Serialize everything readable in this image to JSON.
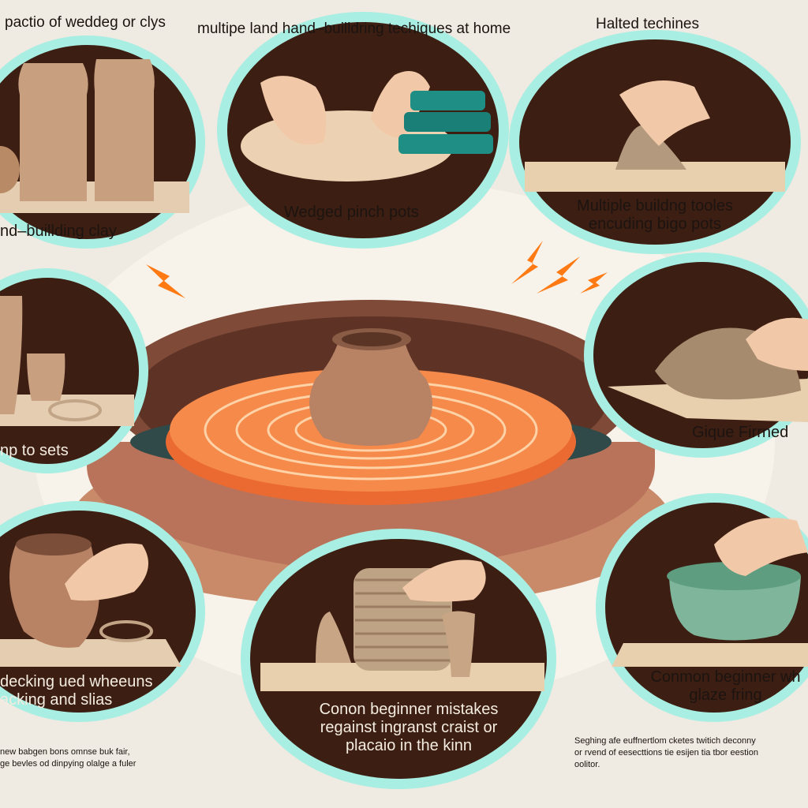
{
  "top_captions": {
    "left": "pactio of weddeg or clys",
    "center": "multipe land hand–builldring techiques at home",
    "right": "Halted techines"
  },
  "panels": {
    "clay_forms": {
      "caption": "nd–buillding clay"
    },
    "pinch_pots": {
      "caption": "Wedged pinch pots"
    },
    "building_tools": {
      "caption_line1": "Multiple buildng tooles",
      "caption_line2": "encuding bigo pots"
    },
    "rolled_slabs": {
      "caption": "np to sets"
    },
    "bisque": {
      "caption": "Gique Firrned"
    },
    "pot_smoothing": {
      "caption_line1": "decking ued wheeuns",
      "caption_line2": "acking and slias"
    },
    "coil_stack": {
      "caption_line1": "Conon beginner mistakes",
      "caption_line2": "regainst ingranst craist or",
      "caption_line3": "placaio in the kinn"
    },
    "glaze_bowl": {
      "caption_line1": "Conmon beginner wh",
      "caption_line2": "glaze fring"
    }
  },
  "footnotes": {
    "left_line1": "new babgen bons omnse buk fair,",
    "left_line2": "ge bevles od dinpying olalge a fuler",
    "right_line1": "Seghing afe euffnertlom cketes twitich deconny",
    "right_line2": "or rvend of eesecttions tie esijen tia tbor eestion",
    "right_line3": "oolitor."
  },
  "colors": {
    "background": "#efeae2",
    "ring": "#a9eee2",
    "panel_bg": "#3d1e13",
    "wheel_orange": "#f58a4a",
    "arrow_orange": "#ff7a12"
  }
}
